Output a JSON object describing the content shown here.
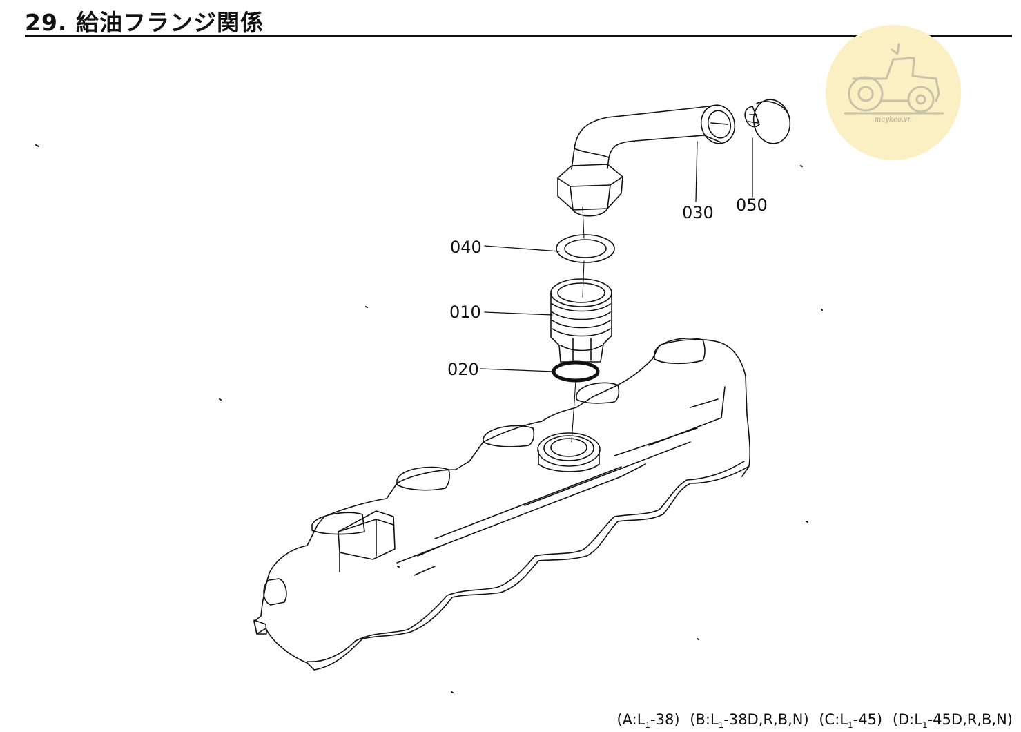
{
  "page": {
    "title": "29. 給油フランジ関係"
  },
  "watermark": {
    "icon": "tractor-icon",
    "text": "maykeo.vn",
    "color": "#fbefc4"
  },
  "parts": [
    {
      "id": "p030",
      "label": "030"
    },
    {
      "id": "p050",
      "label": "050"
    },
    {
      "id": "p040",
      "label": "040"
    },
    {
      "id": "p010",
      "label": "010"
    },
    {
      "id": "p020",
      "label": "020"
    }
  ],
  "applicability": [
    {
      "prefix": "(A:L",
      "sub": "1",
      "suffix": "-38)"
    },
    {
      "prefix": "(B:L",
      "sub": "1",
      "suffix": "-38D,R,B,N)"
    },
    {
      "prefix": "(C:L",
      "sub": "1",
      "suffix": "-45)"
    },
    {
      "prefix": "(D:L",
      "sub": "1",
      "suffix": "-45D,R,B,N)"
    }
  ]
}
